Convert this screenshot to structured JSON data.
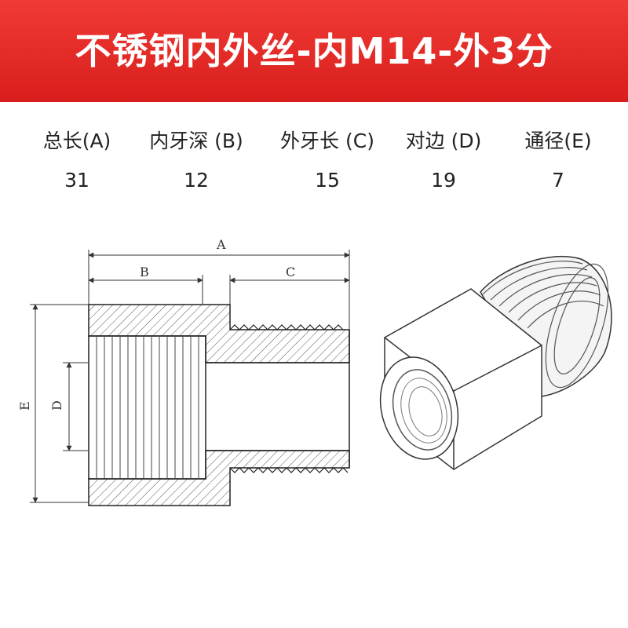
{
  "header": {
    "title": "不锈钢内外丝-内M14-外3分",
    "bg_color": "#e02a28"
  },
  "specs": [
    {
      "label": "总长(A)",
      "value": "31"
    },
    {
      "label": "内牙深 (B)",
      "value": "12"
    },
    {
      "label": "外牙长 (C)",
      "value": "15"
    },
    {
      "label": "对边 (D)",
      "value": "19"
    },
    {
      "label": "通径(E)",
      "value": "7"
    }
  ],
  "drawing": {
    "dim_a": "A",
    "dim_b": "B",
    "dim_c": "C",
    "dim_d": "D",
    "dim_e": "E"
  }
}
